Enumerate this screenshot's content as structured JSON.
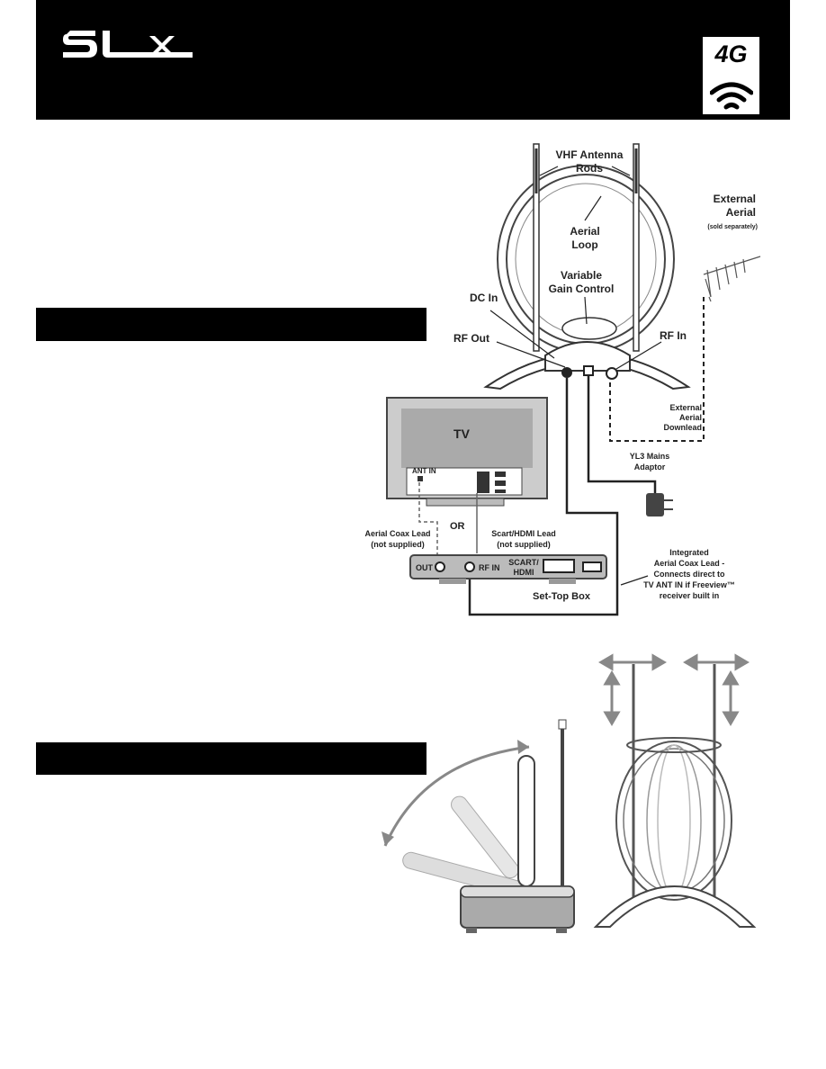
{
  "header": {
    "brand": "SLx",
    "badge_label": "4G",
    "icons": [
      "slx-logo",
      "4g-wifi-icon"
    ]
  },
  "diagram1": {
    "labels": {
      "vhf_rods_1": "VHF Antenna",
      "vhf_rods_2": "Rods",
      "external_1": "External",
      "external_2": "Aerial",
      "external_3": "(sold separately)",
      "aerial_loop_1": "Aerial",
      "aerial_loop_2": "Loop",
      "variable_1": "Variable",
      "variable_2": "Gain Control",
      "dc_in": "DC In",
      "rf_out": "RF Out",
      "rf_in": "RF In",
      "ext_down_1": "External",
      "ext_down_2": "Aerial",
      "ext_down_3": "Downlead",
      "tv": "TV",
      "ant_in": "ANT IN",
      "mains_1": "YL3 Mains",
      "mains_2": "Adaptor",
      "or": "OR",
      "coax_1": "Aerial Coax Lead",
      "coax_2": "(not supplied)",
      "scart_1": "Scart/HDMI Lead",
      "scart_2": "(not supplied)",
      "stb_out": "OUT",
      "stb_rfin": "RF IN",
      "stb_scart_1": "SCART/",
      "stb_scart_2": "HDMI",
      "set_top": "Set-Top Box",
      "integrated_1": "Integrated",
      "integrated_2": "Aerial Coax Lead -",
      "integrated_3": "Connects direct to",
      "integrated_4": "TV ANT IN if Freeview™",
      "integrated_5": "receiver built in"
    }
  }
}
